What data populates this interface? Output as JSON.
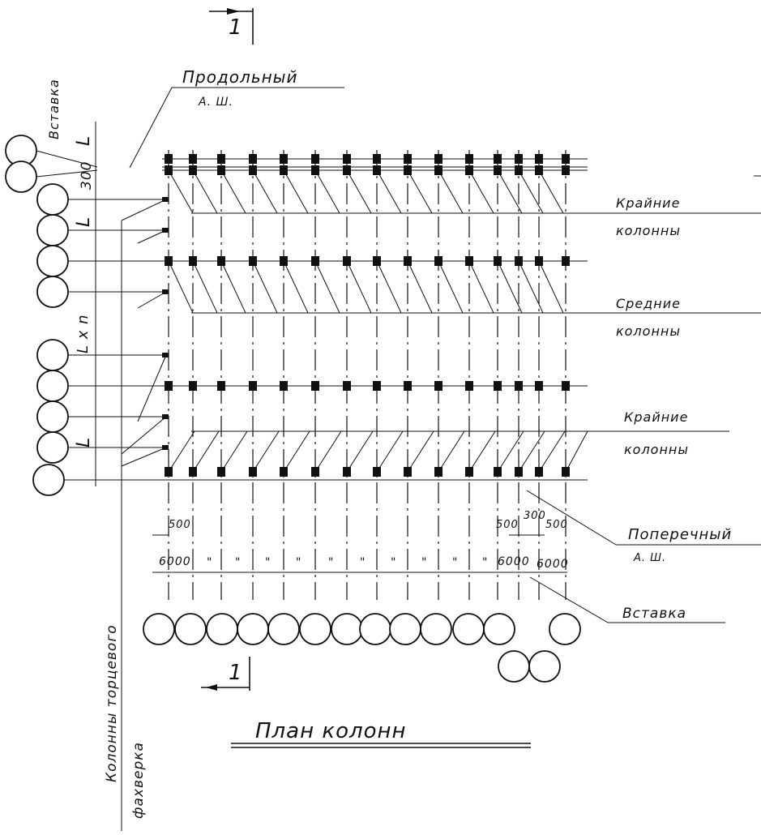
{
  "drawing": {
    "title": "План колонн",
    "section_mark_top": "1",
    "section_mark_bottom": "1",
    "labels": {
      "longitudinal_axis_1": "Продольный",
      "longitudinal_axis_2": "А. Ш.",
      "insert_left": "Вставка",
      "edge_columns_top_1": "Крайние",
      "edge_columns_top_2": "колонны",
      "middle_columns_1": "Средние",
      "middle_columns_2": "колонны",
      "edge_columns_bottom_1": "Крайние",
      "edge_columns_bottom_2": "колонны",
      "transverse_axis_1": "Поперечный",
      "transverse_axis_2": "А. Ш.",
      "insert_bottom": "Вставка",
      "end_frame_columns_1": "Колонны торцевого",
      "end_frame_columns_2": "фахверка"
    },
    "dimensions": {
      "left_L_1": "L",
      "left_300": "300",
      "left_L_2": "L",
      "left_Lxn": "L x n",
      "left_L_3": "L",
      "dim_500_left": "500",
      "dim_500_right": "500",
      "dim_300": "300",
      "dim_500_far": "500",
      "dim_6000_first": "6000",
      "ditto_marks": "\"",
      "dim_6000_mid": "6000",
      "dim_6000_last": "6000"
    }
  }
}
